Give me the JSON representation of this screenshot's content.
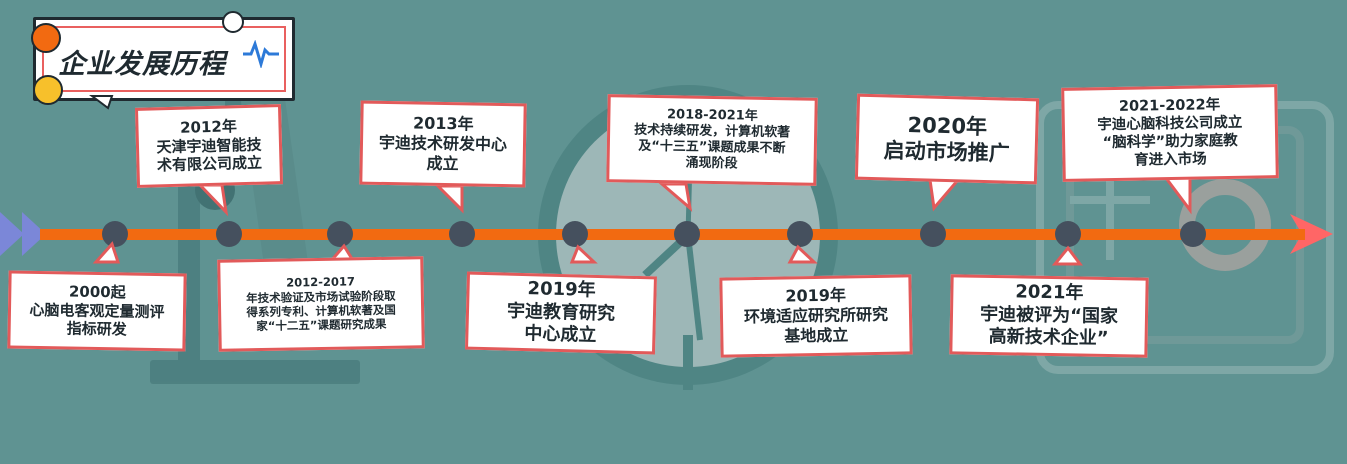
{
  "title": "企业发展历程",
  "colors": {
    "background": "#5f9392",
    "timeline": "#f26a11",
    "node": "#45505e",
    "card_border": "#e25a5a",
    "title_accent": "#e9605f"
  },
  "icons": [
    "pulse-icon",
    "arrow-start-icon",
    "arrow-end-icon",
    "clock-illustration",
    "microscope-illustration",
    "safe-illustration"
  ],
  "events": [
    {
      "year": "2000起",
      "text": "心脑电客观定量测评\n指标研发"
    },
    {
      "year": "2012年",
      "text": "天津宇迪智能技\n术有限公司成立"
    },
    {
      "year": "2012-2017",
      "text": "年技术验证及市场试验阶段取\n得系列专利、计算机软著及国\n家“十二五”课题研究成果"
    },
    {
      "year": "2013年",
      "text": "宇迪技术研发中心\n成立"
    },
    {
      "year": "2019年",
      "text": "宇迪教育研究\n中心成立"
    },
    {
      "year": "2018-2021年",
      "text": "技术持续研发，计算机软著\n及“十三五”课题成果不断\n涌现阶段"
    },
    {
      "year": "2019年",
      "text": "环境适应研究所研究\n基地成立"
    },
    {
      "year": "2020年",
      "text": "启动市场推广"
    },
    {
      "year": "2021年",
      "text": "宇迪被评为“国家\n高新技术企业”"
    },
    {
      "year": "2021-2022年",
      "text": "宇迪心脑科技公司成立\n“脑科学”助力家庭教\n育进入市场"
    }
  ]
}
